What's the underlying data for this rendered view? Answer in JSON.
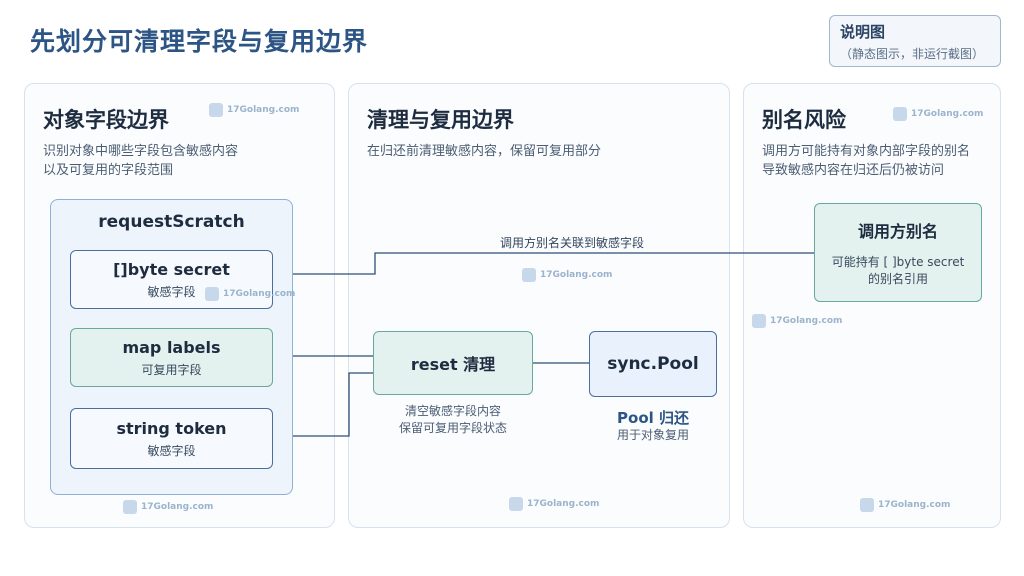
{
  "title": "先划分可清理字段与复用边界",
  "legend": {
    "title": "说明图",
    "subtitle": "（静态图示，非运行截图）"
  },
  "watermark": "17Golang.com",
  "panels": {
    "left": {
      "title": "对象字段边界",
      "desc": [
        "识别对象中哪些字段包含敏感内容",
        "以及可复用的字段范围"
      ],
      "container": "requestScratch",
      "fields": [
        {
          "name": "[]byte secret",
          "tag": "敏感字段"
        },
        {
          "name": "map labels",
          "tag": "可复用字段"
        },
        {
          "name": "string token",
          "tag": "敏感字段"
        }
      ]
    },
    "middle": {
      "title": "清理与复用边界",
      "desc": [
        "在归还前清理敏感内容，保留可复用部分"
      ],
      "reset": {
        "label": "reset 清理",
        "caption": [
          "清空敏感字段内容",
          "保留可复用字段状态"
        ]
      },
      "pool": {
        "label": "sync.Pool",
        "caption_title": "Pool 归还",
        "caption": "用于对象复用"
      },
      "edge_label": "调用方别名关联到敏感字段"
    },
    "right": {
      "title": "别名风险",
      "desc": [
        "调用方可能持有对象内部字段的别名",
        "导致敏感内容在归还后仍被访问"
      ],
      "alias": {
        "title": "调用方别名",
        "lines": [
          "可能持有 [ ]byte secret",
          "的别名引用"
        ]
      }
    }
  }
}
